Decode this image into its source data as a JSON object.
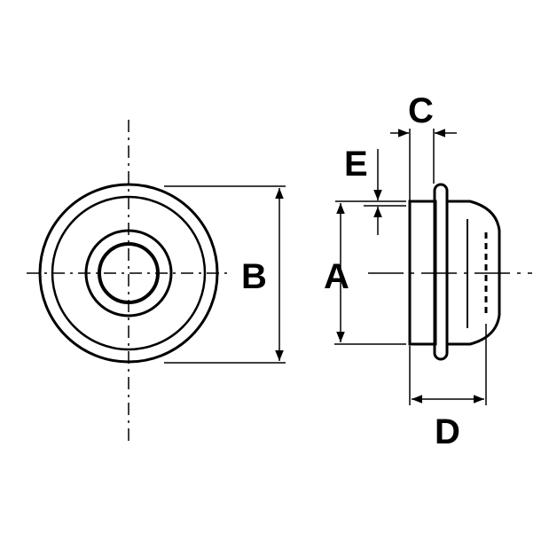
{
  "labels": {
    "a": "A",
    "b": "B",
    "c": "C",
    "d": "D",
    "e": "E"
  },
  "colors": {
    "line": "#000000",
    "background": "#ffffff"
  }
}
